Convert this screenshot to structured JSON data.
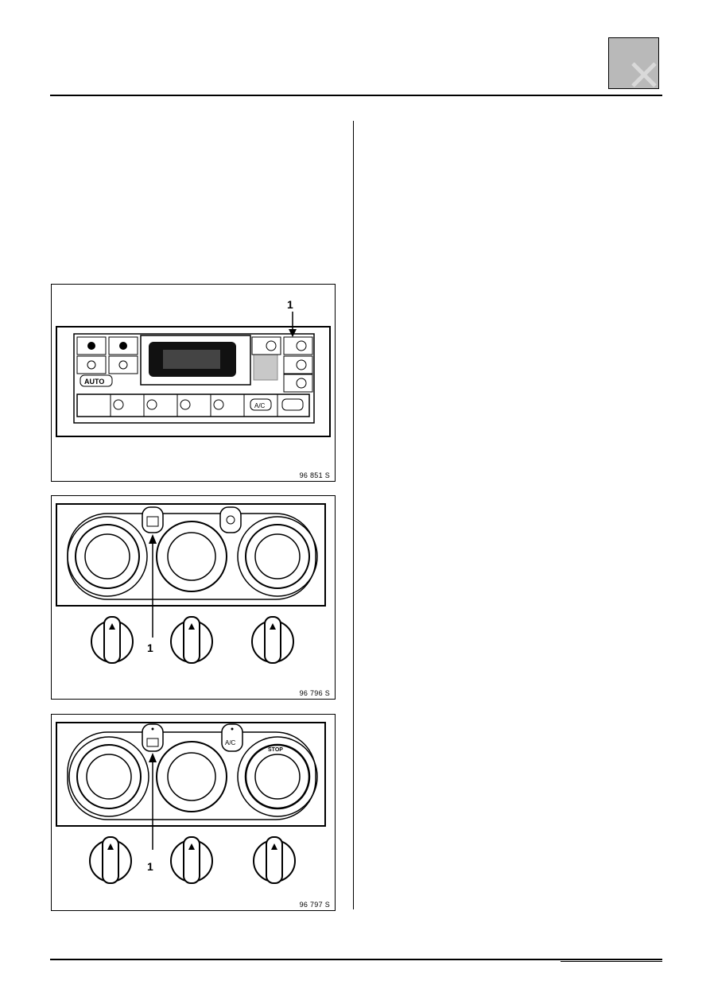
{
  "header": {
    "badge_icon": "cross-icon"
  },
  "figures": [
    {
      "ref": "96 851 S",
      "callout": "1"
    },
    {
      "ref": "96 796 S",
      "callout": "1"
    },
    {
      "ref": "96 797 S",
      "callout": "1",
      "ac_label": "A/C",
      "stop_label": "STOP"
    }
  ],
  "panel1": {
    "auto_label": "AUTO",
    "ac_label": "A/C"
  }
}
